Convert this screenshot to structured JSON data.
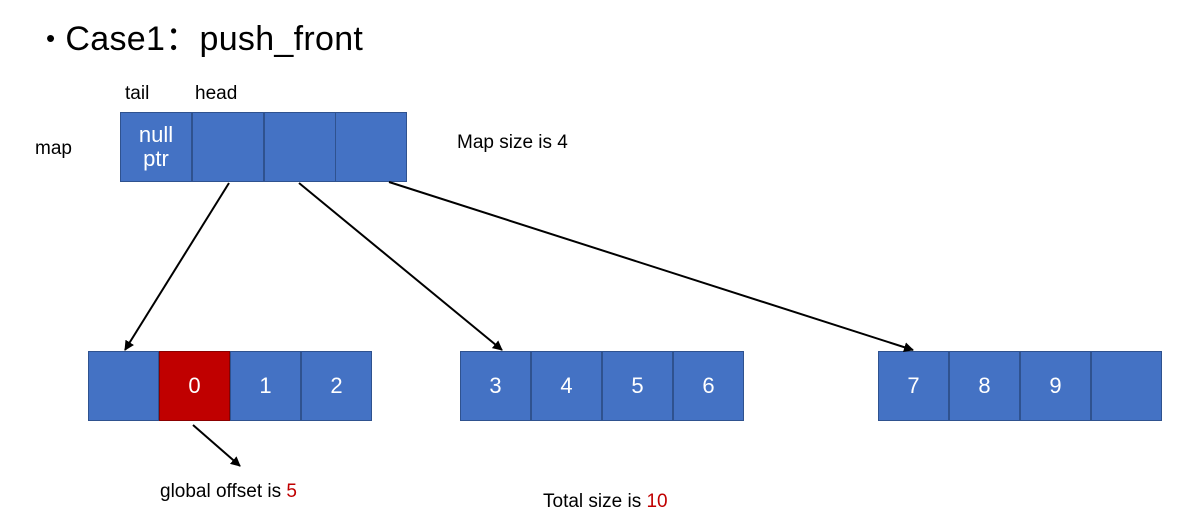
{
  "title": {
    "bullet": "•",
    "text": "Case1：push_front"
  },
  "labels": {
    "tail": "tail",
    "head": "head",
    "map": "map",
    "map_size": "Map size is 4",
    "global_offset_prefix": "global offset is ",
    "global_offset_value": "5",
    "total_size_prefix": "Total size is ",
    "total_size_value": "10"
  },
  "map": {
    "cells": [
      {
        "line1": "null",
        "line2": "ptr"
      },
      {
        "line1": "",
        "line2": ""
      },
      {
        "line1": "",
        "line2": ""
      },
      {
        "line1": "",
        "line2": ""
      }
    ]
  },
  "blocks": [
    {
      "cells": [
        "",
        "0",
        "1",
        "2"
      ],
      "highlight_index": 1
    },
    {
      "cells": [
        "3",
        "4",
        "5",
        "6"
      ]
    },
    {
      "cells": [
        "7",
        "8",
        "9",
        ""
      ]
    }
  ],
  "colors": {
    "cell": "#4472c4",
    "highlight": "#c00000",
    "value_text": "#c00000"
  }
}
